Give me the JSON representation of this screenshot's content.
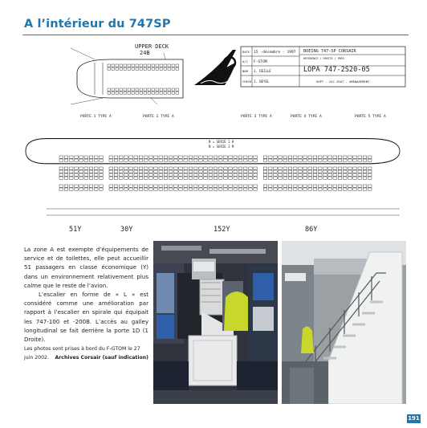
{
  "page": {
    "title": "A l’intérieur du 747SP",
    "number": "191"
  },
  "plan": {
    "upper_deck_label": "UPPER DECK",
    "upper_deck_count": "24B",
    "title_block": {
      "date_label": "DATE",
      "date_value": "15 -décembre - 1997",
      "ac_label": "A/C",
      "ac_value": "F-GTOM",
      "name_label": "NOM",
      "name_value": "J. DEILLE",
      "check_label": "CHECK",
      "check_value": "J. BEYEL",
      "company": "BOEING 747-SP CORSAIR",
      "reference_label": "REFERENCE / PARTIE / PREV",
      "lopa": "LOPA 747-2S20-05",
      "config": "SHPT - 24C CRAT - AMENAGEMENT"
    },
    "doors": [
      "PORTE 1 TYPE A",
      "PORTE 2 TYPE A",
      "PORTE 3 TYPE A",
      "PORTE 4 TYPE A",
      "PORTE 5 TYPE A"
    ],
    "zones": [
      "51Y",
      "30Y",
      "152Y",
      "86Y"
    ],
    "legend_b": "B = SERIE 1 H",
    "legend_n": "N = SERIE 2 M"
  },
  "text": {
    "paragraph1": "La zone A est exempte d’équipements de service et de toilettes, elle peut accueillir 51 passagers en classe économique (Y) dans un environnement relativement plus calme que le reste de l’avion.",
    "paragraph2": "L’escalier en forme de « L » est considéré comme une amélioration par rapport à l’escalier en spirale qui équipait les 747-100 et -200B. L’accès au galley longitudinal se fait derrière la porte 1D (1 Droite).",
    "caption": "Les photos sont prises à bord du F-GTOM le 27 juin 2002.",
    "credit": "Archives Corsair (sauf indication)"
  },
  "colors": {
    "accent": "#1f77ad",
    "drawing": "#1a1a1a",
    "photo_dark": "#2b2e38",
    "seat_blue": "#2f5fa8",
    "safety_yellow": "#c8d82a"
  }
}
